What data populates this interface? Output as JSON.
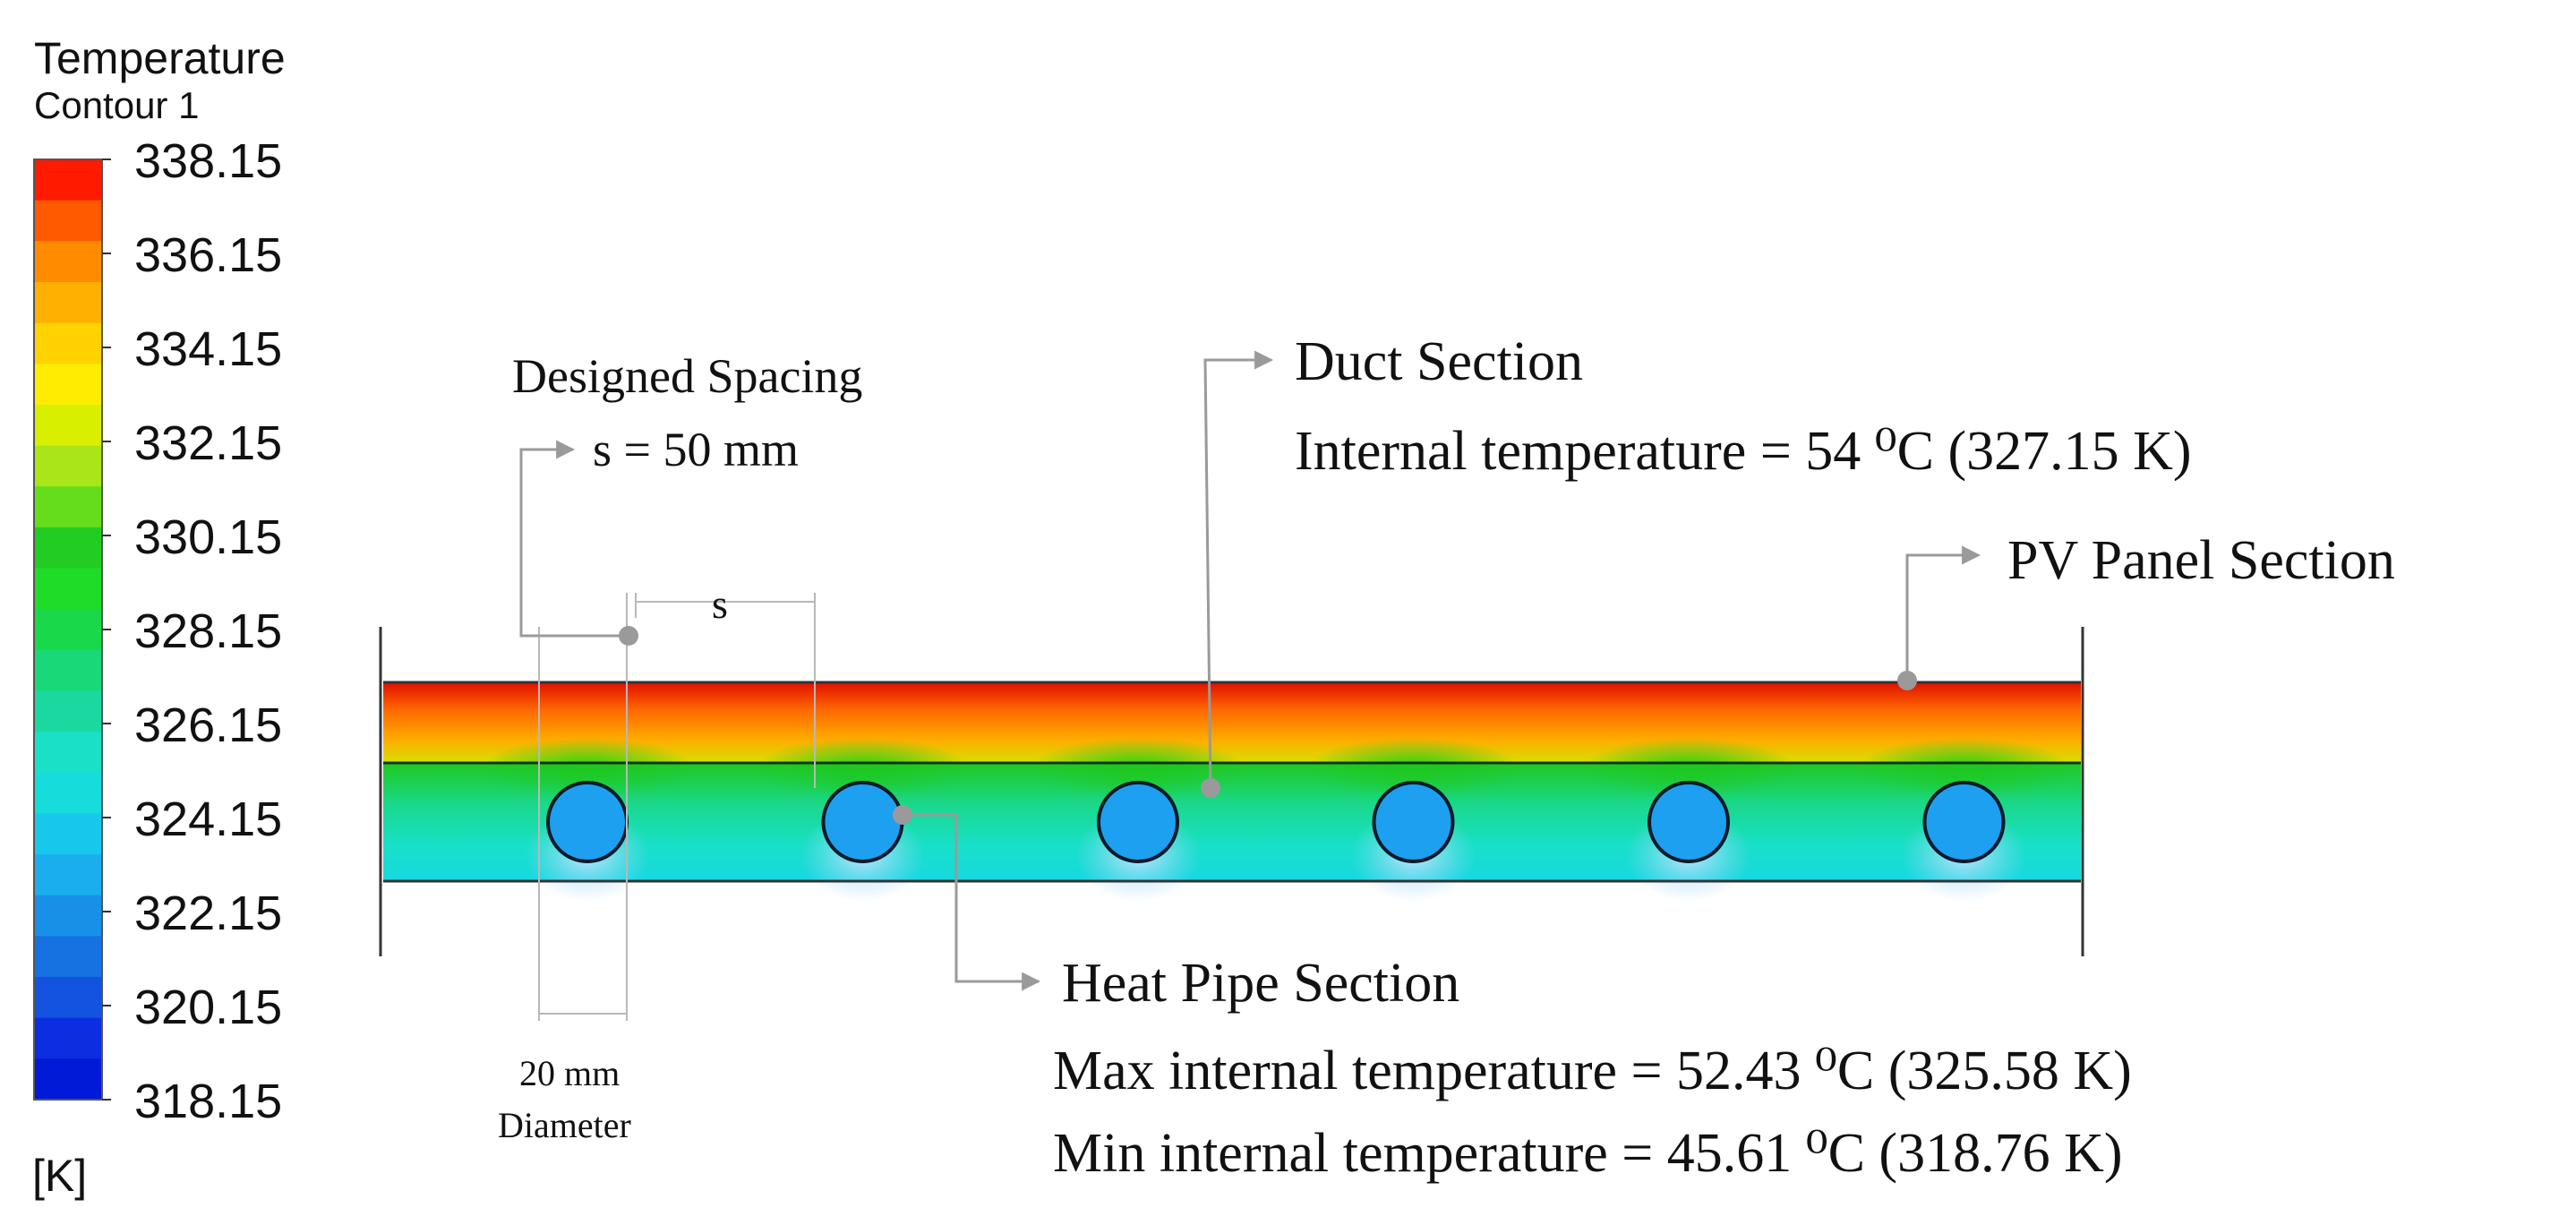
{
  "legend": {
    "title": "Temperature",
    "subtitle": "Contour 1",
    "unit": "[K]",
    "ticks": [
      "338.15",
      "336.15",
      "334.15",
      "332.15",
      "330.15",
      "328.15",
      "326.15",
      "324.15",
      "322.15",
      "320.15",
      "318.15"
    ],
    "colors_top_to_bottom": [
      "#ff1a00",
      "#ff5a00",
      "#ff8c00",
      "#ffb000",
      "#ffd200",
      "#ffec00",
      "#d8f000",
      "#a8e61a",
      "#66dd1a",
      "#22cc22",
      "#1fdc28",
      "#19d84a",
      "#19d878",
      "#1ad8a0",
      "#1ae0c8",
      "#17dcdc",
      "#18c8ec",
      "#1aaeee",
      "#1890e8",
      "#1672e0",
      "#1452e0",
      "#0a2ee0",
      "#001ad8"
    ]
  },
  "annotations": {
    "designed_spacing": "Designed Spacing",
    "spacing_value": "s = 50 mm",
    "spacing_symbol": "s",
    "diameter_value": "20 mm",
    "diameter_label": "Diameter",
    "duct_title": "Duct Section",
    "duct_text": "Internal temperature =  54  ⁰C (327.15 K)",
    "pv_title": "PV Panel Section",
    "heat_pipe_title": "Heat Pipe Section",
    "max_text": "Max internal temperature =  52.43 ⁰C (325.58 K)",
    "min_text": "Min internal temperature =  45.61 ⁰C (318.76 K)"
  },
  "colors": {
    "pv_top": "#e8200a",
    "pv_bottom": "#ffb000",
    "duct_top": "#22cc22",
    "duct_bottom": "#17dcdc",
    "pipe_fill": "#1ea0f0",
    "leader_line": "#9a9a9a"
  },
  "heat_pipe_count": 6
}
